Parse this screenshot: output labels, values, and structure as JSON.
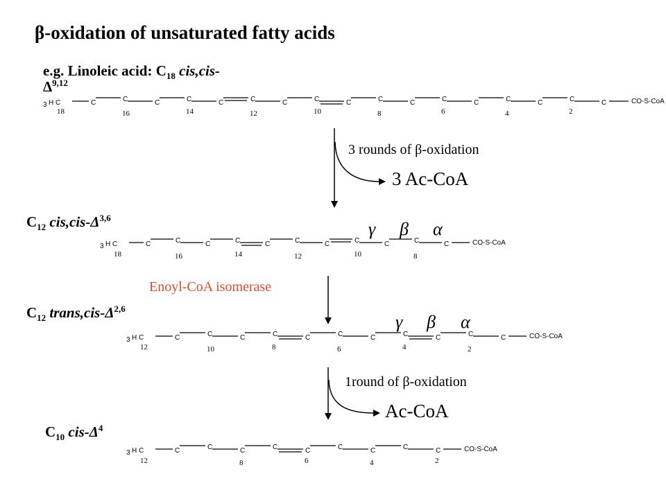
{
  "title": "β-oxidation of unsaturated fatty acids",
  "example": {
    "prefix": "e.g.  Linoleic acid:  C",
    "sub": "18",
    "italic": "cis,cis-",
    "delta": "Δ",
    "sup": "9,12"
  },
  "step1": {
    "text": "3 rounds of β-oxidation",
    "product": "3 Ac-CoA"
  },
  "label2": {
    "c": "C",
    "sub": "12",
    "italic": "cis,cis-Δ",
    "sup": "3,6"
  },
  "enzyme": "Enoyl-CoA isomerase",
  "label3": {
    "c": "C",
    "sub": "12",
    "italic": "trans,cis-Δ",
    "sup": "2,6"
  },
  "step2": {
    "text": "1round of β-oxidation",
    "product": "Ac-CoA"
  },
  "label4": {
    "c": "C",
    "sub": "10",
    "italic": "cis-Δ",
    "sup": "4"
  },
  "greek": {
    "gamma": "γ",
    "beta": "β",
    "alpha": "α"
  },
  "chains": [
    {
      "atoms": [
        "C",
        "C",
        "C",
        "C",
        "C",
        "C",
        "C",
        "C",
        "C",
        "C",
        "C",
        "C",
        "C",
        "C",
        "C",
        "C",
        "C"
      ],
      "head": "H C",
      "head_sub": "3",
      "tail": "CO-S-CoA",
      "numbers": [
        "18",
        "16",
        "14",
        "12",
        "10",
        "8",
        "6",
        "4",
        "2"
      ],
      "double_bond_after_atom": [
        5,
        8
      ]
    },
    {
      "atoms": [
        "C",
        "C",
        "C",
        "C",
        "C",
        "C",
        "C",
        "C",
        "C",
        "C",
        "C"
      ],
      "head": "H C",
      "head_sub": "3",
      "tail": "CO-S-CoA",
      "numbers": [
        "18",
        "16",
        "14",
        "12",
        "10",
        "8"
      ],
      "double_bond_after_atom": [
        4,
        7
      ]
    },
    {
      "atoms": [
        "C",
        "C",
        "C",
        "C",
        "C",
        "C",
        "C",
        "C",
        "C",
        "C",
        "C"
      ],
      "head": "H C",
      "head_sub": "3",
      "tail": "CO-S-CoA",
      "numbers": [
        "12",
        "10",
        "8",
        "6",
        "4",
        "2"
      ],
      "double_bond_after_atom": [
        4,
        8
      ]
    },
    {
      "atoms": [
        "C",
        "C",
        "C",
        "C",
        "C",
        "C",
        "C",
        "C",
        "C"
      ],
      "head": "H C",
      "head_sub": "3",
      "tail": "CO-S-CoA",
      "numbers": [
        "12",
        "8",
        "6",
        "4",
        "2"
      ],
      "double_bond_after_atom": [
        4
      ]
    }
  ]
}
